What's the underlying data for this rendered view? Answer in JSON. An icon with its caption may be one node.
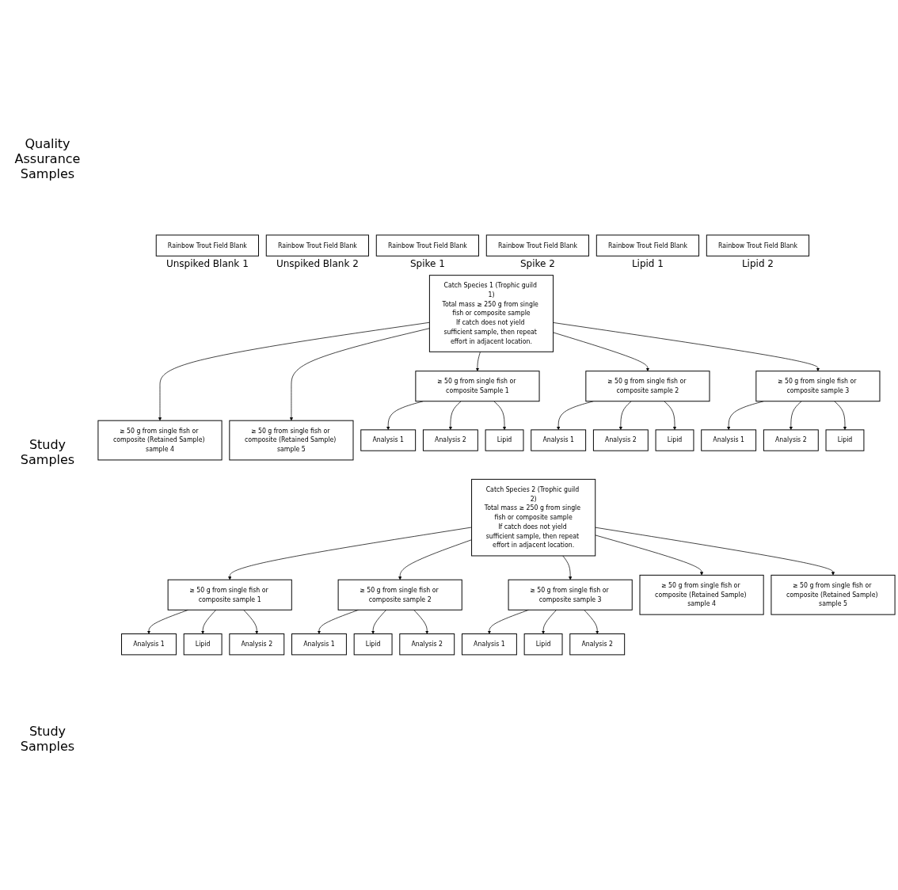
{
  "diagram": {
    "nodes": [
      {
        "text": [
          "Rainbow Trout Field Blank"
        ],
        "beside": [
          "Unspiked Blank 1"
        ]
      },
      {
        "text": [
          "Rainbow Trout Field Blank"
        ],
        "beside": [
          "Unspiked Blank 2"
        ]
      },
      {
        "text": [
          "Rainbow Trout Field Blank"
        ],
        "beside": [
          "Spike 1"
        ]
      },
      {
        "text": [
          "Rainbow Trout Field Blank"
        ],
        "beside": [
          "Spike 2"
        ]
      },
      {
        "text": [
          "Rainbow Trout Field Blank"
        ],
        "beside": [
          "Lipid 1"
        ]
      },
      {
        "text": [
          "Rainbow Trout Field Blank"
        ],
        "beside": [
          "Lipid 2"
        ]
      },
      {
        "text": [
          "Catch Species 1 (Trophic guild 1)",
          "Total mass ≥ 250 g from single fish or composite sample",
          "If catch does not yield sufficient sample, then repeat effort in adjacent location."
        ]
      },
      {
        "text": [
          "≥ 50 g from single fish or composite Sample 1"
        ]
      },
      {
        "text": [
          "≥ 50 g from single fish or composite sample 2"
        ]
      },
      {
        "text": [
          "≥ 50 g from single fish or composite sample 3"
        ]
      },
      {
        "text": [
          "≥ 50 g from single fish or composite (Retained Sample) sample 4"
        ]
      },
      {
        "text": [
          "≥ 50 g from single fish or composite (Retained Sample) sample 5"
        ]
      },
      {
        "text": [
          "Analysis 1"
        ]
      },
      {
        "text": [
          "Analysis 2"
        ]
      },
      {
        "text": [
          "Lipid"
        ]
      },
      {
        "text": [
          "Analysis 1"
        ]
      },
      {
        "text": [
          "Analysis 2"
        ]
      },
      {
        "text": [
          "Lipid"
        ]
      },
      {
        "text": [
          "Analysis 1"
        ]
      },
      {
        "text": [
          "Analysis 2"
        ]
      },
      {
        "text": [
          "Lipid"
        ]
      },
      {
        "text": [
          "Catch Species 2 (Trophic guild 2)",
          "Total mass ≥ 250 g from single fish or composite sample",
          "If catch does not yield sufficient sample, then repeat effort in adjacent location."
        ]
      },
      {
        "text": [
          "≥ 50 g from single fish or composite sample 1"
        ]
      },
      {
        "text": [
          "≥ 50 g from single fish or composite sample 2"
        ]
      },
      {
        "text": [
          "≥ 50 g from single fish or composite sample 3"
        ]
      },
      {
        "text": [
          "≥ 50 g from single fish or composite (Retained Sample) sample 4"
        ]
      },
      {
        "text": [
          "≥ 50 g from single fish or composite (Retained Sample) sample 5"
        ]
      },
      {
        "text": [
          "Analysis 1"
        ]
      },
      {
        "text": [
          "Analysis 2"
        ]
      },
      {
        "text": [
          "Lipid"
        ]
      },
      {
        "text": [
          "Analysis 1"
        ]
      },
      {
        "text": [
          "Analysis 2"
        ]
      },
      {
        "text": [
          "Lipid"
        ]
      },
      {
        "text": [
          "Analysis 1"
        ]
      },
      {
        "text": [
          "Analysis 2"
        ]
      },
      {
        "text": [
          "Lipid"
        ]
      }
    ],
    "edges": [
      {
        "from": 6,
        "to": 7,
        "arrow": "to"
      },
      {
        "from": 6,
        "to": 8,
        "arrow": "to"
      },
      {
        "from": 6,
        "to": 9,
        "arrow": "to"
      },
      {
        "from": 6,
        "to": 10,
        "arrow": "to"
      },
      {
        "from": 6,
        "to": 11,
        "arrow": "to"
      },
      {
        "from": 7,
        "to": 12,
        "arrow": "to"
      },
      {
        "from": 7,
        "to": 14,
        "arrow": "to"
      },
      {
        "from": 7,
        "to": 13,
        "arrow": "to"
      },
      {
        "from": 8,
        "to": 15,
        "arrow": "to"
      },
      {
        "from": 8,
        "to": 17,
        "arrow": "to"
      },
      {
        "from": 8,
        "to": 16,
        "arrow": "to"
      },
      {
        "from": 9,
        "to": 18,
        "arrow": "to"
      },
      {
        "from": 9,
        "to": 20,
        "arrow": "to"
      },
      {
        "from": 9,
        "to": 19,
        "arrow": "to"
      },
      {
        "from": 21,
        "to": 22,
        "arrow": "to"
      },
      {
        "from": 21,
        "to": 23,
        "arrow": "to"
      },
      {
        "from": 21,
        "to": 24,
        "arrow": "to"
      },
      {
        "from": 21,
        "to": 25,
        "arrow": "to"
      },
      {
        "from": 21,
        "to": 26,
        "arrow": "to"
      },
      {
        "from": 22,
        "to": 27,
        "arrow": "to"
      },
      {
        "from": 22,
        "to": 29,
        "arrow": "to"
      },
      {
        "from": 22,
        "to": 28,
        "arrow": "to"
      },
      {
        "from": 23,
        "to": 30,
        "arrow": "to"
      },
      {
        "from": 23,
        "to": 32,
        "arrow": "to"
      },
      {
        "from": 23,
        "to": 31,
        "arrow": "to"
      },
      {
        "from": 24,
        "to": 33,
        "arrow": "to"
      },
      {
        "from": 24,
        "to": 35,
        "arrow": "to"
      },
      {
        "from": 24,
        "to": 34,
        "arrow": "to"
      }
    ],
    "labels": [
      "Quality Assurance Samples",
      "Study Samples",
      "Study Samples"
    ]
  }
}
